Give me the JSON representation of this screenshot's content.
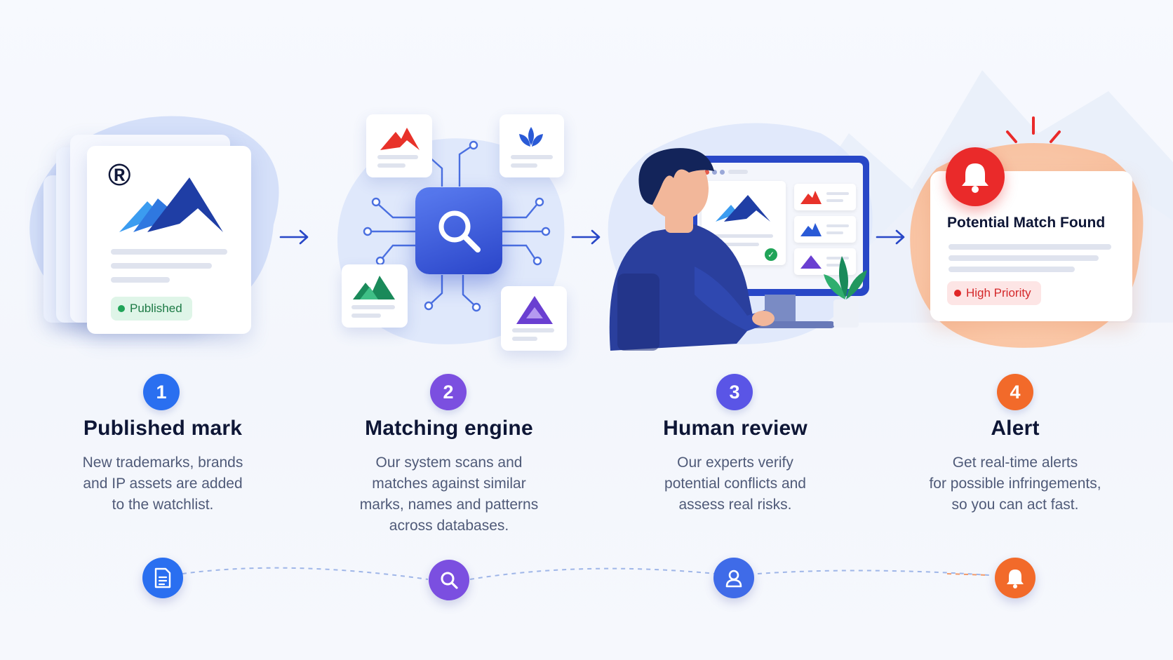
{
  "colors": {
    "step1": "#2a6ff0",
    "step2": "#7b4fe0",
    "step3": "#5a55e6",
    "step4": "#f26a2a",
    "published_green": "#1d7a45",
    "alert_red": "#ea2a2a"
  },
  "steps": [
    {
      "number": "1",
      "title": "Published mark",
      "description_lines": [
        "New trademarks, brands",
        "and IP assets are added",
        "to the watchlist."
      ],
      "icon": "document-icon"
    },
    {
      "number": "2",
      "title": "Matching engine",
      "description_lines": [
        "Our system scans and",
        "matches against similar",
        "marks, names and patterns",
        "across databases."
      ],
      "icon": "search-icon"
    },
    {
      "number": "3",
      "title": "Human review",
      "description_lines": [
        "Our experts verify",
        "potential conflicts and",
        "assess real risks."
      ],
      "icon": "user-icon"
    },
    {
      "number": "4",
      "title": "Alert",
      "description_lines": [
        "Get real-time alerts",
        "for possible infringements,",
        "so you can act fast."
      ],
      "icon": "bell-icon"
    }
  ],
  "illustration": {
    "registered_symbol": "®",
    "published_badge": "Published",
    "alert_title": "Potential Match Found",
    "priority_badge": "High Priority"
  }
}
